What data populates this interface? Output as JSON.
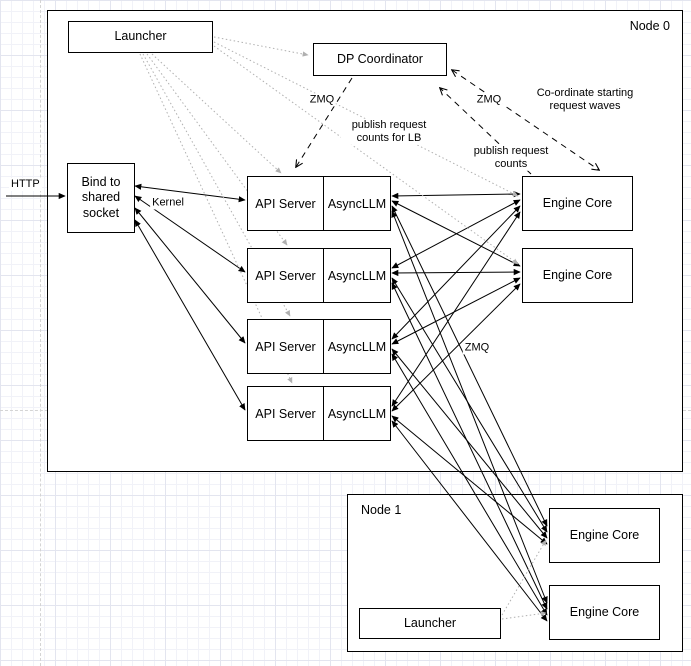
{
  "diagram": {
    "node0": {
      "title": "Node 0",
      "launcher": "Launcher",
      "dp_coordinator": "DP Coordinator",
      "bind_socket": "Bind to shared socket",
      "rows": [
        {
          "api": "API Server",
          "llm": "AsyncLLM"
        },
        {
          "api": "API Server",
          "llm": "AsyncLLM"
        },
        {
          "api": "API Server",
          "llm": "AsyncLLM"
        },
        {
          "api": "API Server",
          "llm": "AsyncLLM"
        }
      ],
      "engine_cores": [
        "Engine Core",
        "Engine Core"
      ]
    },
    "node1": {
      "title": "Node 1",
      "launcher": "Launcher",
      "engine_cores": [
        "Engine Core",
        "Engine Core"
      ]
    },
    "edge_labels": {
      "http": "HTTP",
      "kernel": "Kernel",
      "zmq_dp_api": "ZMQ",
      "zmq_engine_dp": "ZMQ",
      "zmq_engines": "ZMQ",
      "publish_lb": "publish request counts for LB",
      "publish_counts": "publish request counts",
      "coordinate_waves": "Co-ordinate starting request waves"
    },
    "colors": {
      "stroke": "#000000",
      "creation_link": "#b0b0b0",
      "grid_minor": "#f1f2f8",
      "grid_major": "#e3e5ef"
    }
  }
}
